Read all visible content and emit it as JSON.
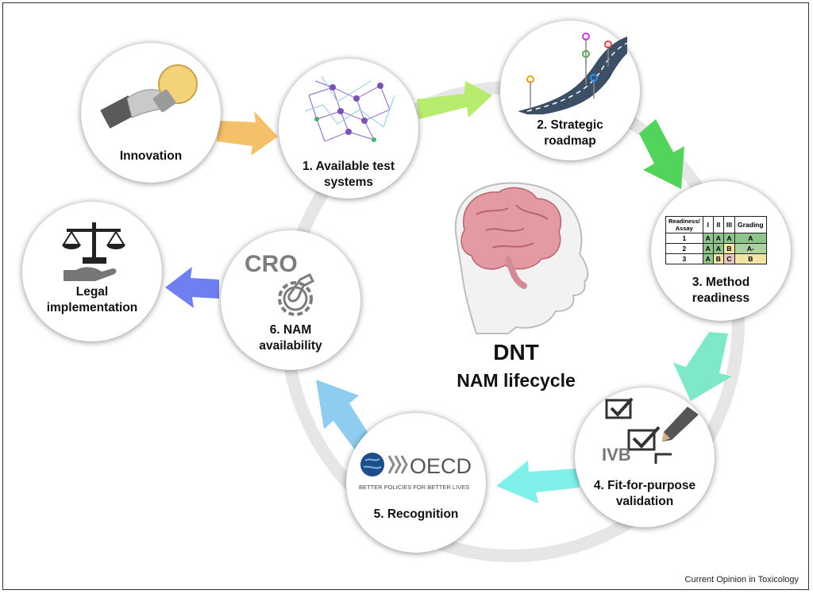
{
  "title": "DNT",
  "subtitle": "NAM lifecycle",
  "source": "Current Opinion in Toxicology",
  "nodes": {
    "innovation": "Innovation",
    "test_systems": "1. Available test\nsystems",
    "roadmap": "2. Strategic\nroadmap",
    "readiness": "3. Method\nreadiness",
    "validation": "4. Fit-for-purpose\nvalidation",
    "recognition": "5. Recognition",
    "nam_availability": "6. NAM\navailability",
    "legal": "Legal\nimplementation"
  },
  "icon_text": {
    "cro": "CRO",
    "ivb": "IVB",
    "oecd": "OECD",
    "oecd_tagline": "BETTER POLICIES FOR BETTER LIVES"
  },
  "readiness_table": {
    "headers": [
      "Readiness/\nAssay",
      "I",
      "II",
      "III",
      "Grading"
    ],
    "rows": [
      [
        "1",
        "A",
        "A",
        "A",
        "A"
      ],
      [
        "2",
        "A",
        "A",
        "B",
        "A-"
      ],
      [
        "3",
        "A",
        "B",
        "C",
        "B"
      ]
    ]
  },
  "colors": {
    "arrow_innovation": "#f5c06a",
    "arrow_1_2": "#b8ec6e",
    "arrow_2_3": "#52d35c",
    "arrow_3_4": "#7ee8c8",
    "arrow_4_5": "#7ff0ea",
    "arrow_5_6": "#8fcdf0",
    "arrow_legal": "#6f7ff0",
    "ring": "#e6e6e6"
  }
}
